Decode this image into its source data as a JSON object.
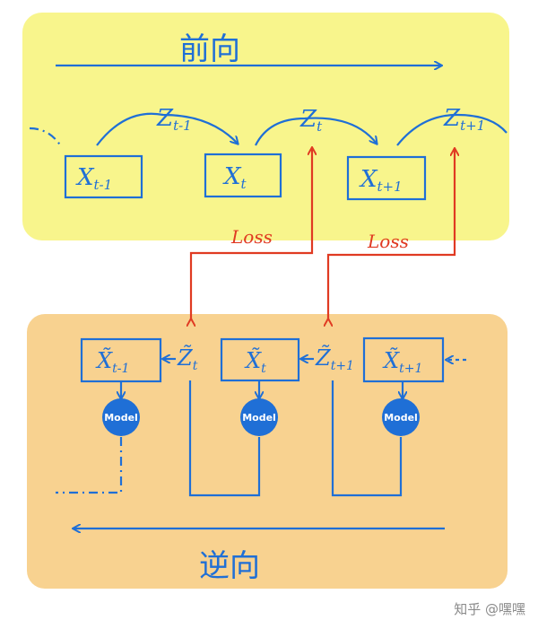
{
  "forward": {
    "title": "前向",
    "states": [
      "Z",
      "Z",
      "Z"
    ],
    "state_subs": [
      "t-1",
      "t",
      "t+1"
    ],
    "inputs": [
      "X",
      "X",
      "X"
    ],
    "input_subs": [
      "t-1",
      "t",
      "t+1"
    ]
  },
  "loss_labels": [
    "Loss",
    "Loss"
  ],
  "backward": {
    "title": "逆向",
    "recon": [
      "X̃",
      "X̃",
      "X̃"
    ],
    "recon_subs": [
      "t-1",
      "t",
      "t+1"
    ],
    "states": [
      "Z̃",
      "Z̃"
    ],
    "state_subs": [
      "t",
      "t+1"
    ],
    "model_label": "Model"
  },
  "colors": {
    "top_bg": "#f8f58c",
    "bottom_bg": "#f8d290",
    "blue": "#1f6fd6",
    "red": "#e03a22",
    "model_fill": "#1f6fd6"
  },
  "watermark": "知乎 @嘿嘿"
}
